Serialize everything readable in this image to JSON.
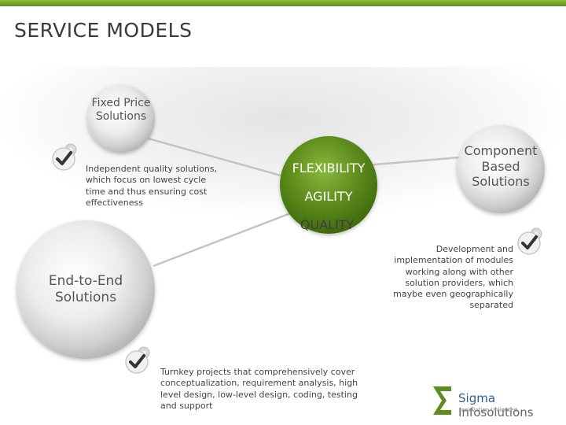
{
  "header": {
    "title": "SERVICE MODELS"
  },
  "nodes": {
    "fixed_price": {
      "label": "Fixed Price Solutions",
      "description": "Independent quality solutions, which focus on lowest cycle time and thus ensuring cost effectiveness"
    },
    "component": {
      "label": "Component Based Solutions",
      "description": "Development and implementation of modules working along with other solution providers, which maybe even geographically separated"
    },
    "end_to_end": {
      "label": "End-to-End Solutions",
      "description": "Turnkey projects that comprehensively cover conceptualization, requirement analysis, high level design, low-level design, coding, testing and support"
    }
  },
  "center": {
    "line1": "FLEXIBILITY",
    "line2": "AGILITY",
    "line3": "QUALITY"
  },
  "logo": {
    "name_a": "Sigma",
    "name_b": "Infosolutions",
    "tagline": "Innovation Unlimited"
  },
  "colors": {
    "accent_green": "#5e8d1f",
    "center_green": "#4f7a12",
    "text_grey": "#555555"
  },
  "icons": [
    "check-badge-icon",
    "gear-icon"
  ]
}
